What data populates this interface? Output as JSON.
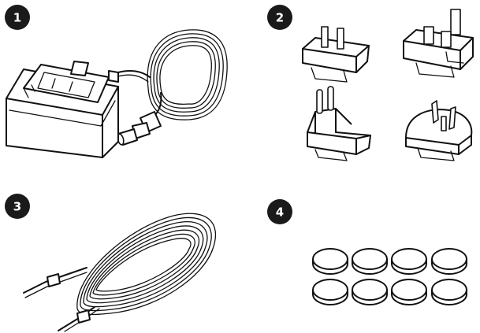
{
  "items": [
    {
      "number": "1",
      "icon": "power-adapter-icon"
    },
    {
      "number": "2",
      "icon": "plug-adapters-icon"
    },
    {
      "number": "3",
      "icon": "speaker-cable-icon"
    },
    {
      "number": "4",
      "icon": "rubber-feet-icon"
    }
  ],
  "colors": {
    "badge": "#1a1a1a",
    "line": "#111111",
    "background": "#ffffff"
  }
}
